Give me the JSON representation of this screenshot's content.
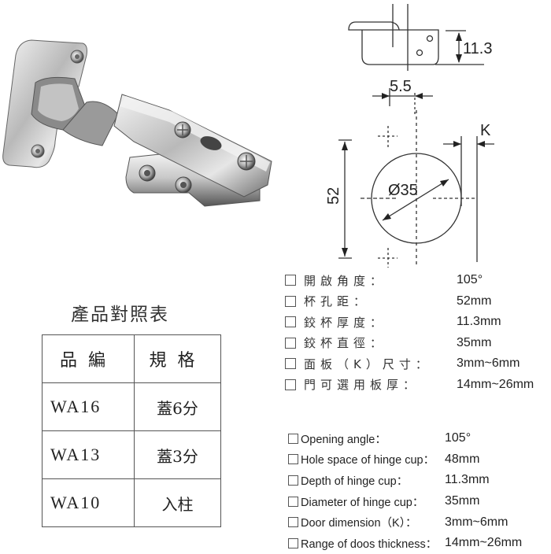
{
  "product_photo": {
    "description": "Stainless steel concealed cabinet hinge (clip-on, full overlay)"
  },
  "diagram": {
    "cup_depth_label": "11.3",
    "offset_label": "5.5",
    "vertical_hole_distance_label": "52",
    "diameter_label": "Ø35",
    "k_label": "K"
  },
  "specs_zh": [
    {
      "label": "開啟角度：",
      "value": "105°"
    },
    {
      "label": "杯孔距：",
      "value": "52mm"
    },
    {
      "label": "鉸杯厚度：",
      "value": "11.3mm"
    },
    {
      "label": "鉸杯直徑：",
      "value": "35mm"
    },
    {
      "label": "面板（K）尺寸：",
      "value": "3mm~6mm"
    },
    {
      "label": "門可選用板厚：",
      "value": "14mm~26mm"
    }
  ],
  "specs_en": [
    {
      "label": "Opening angle：",
      "value": "105°"
    },
    {
      "label": "Hole space of hinge cup：",
      "value": "48mm"
    },
    {
      "label": "Depth of hinge cup：",
      "value": "11.3mm"
    },
    {
      "label": "Diameter of hinge cup：",
      "value": "35mm"
    },
    {
      "label": "Door dimension（K）：",
      "value": "3mm~6mm"
    },
    {
      "label": "Range of doos thickness：",
      "value": "14mm~26mm"
    }
  ],
  "comparison_table": {
    "title": "產品對照表",
    "headers": [
      "品編",
      "規格"
    ],
    "rows": [
      {
        "code": "WA16",
        "spec": "蓋6分"
      },
      {
        "code": "WA13",
        "spec": "蓋3分"
      },
      {
        "code": "WA10",
        "spec": "入柱"
      }
    ]
  }
}
